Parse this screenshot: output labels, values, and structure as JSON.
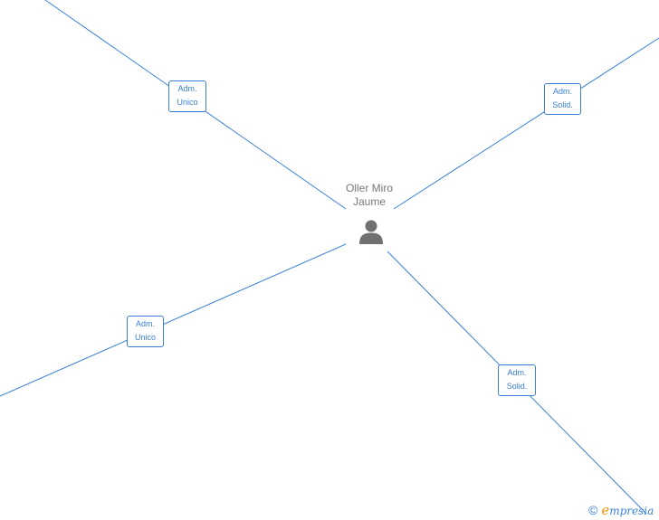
{
  "center": {
    "name_line1": "Oller Miro",
    "name_line2": "Jaume",
    "icon": "person-icon"
  },
  "relations": [
    {
      "line1": "Adm.",
      "line2": "Unico"
    },
    {
      "line1": "Adm.",
      "line2": "Solid."
    },
    {
      "line1": "Adm.",
      "line2": "Unico"
    },
    {
      "line1": "Adm.",
      "line2": "Solid."
    }
  ],
  "watermark": {
    "symbol": "©",
    "brand_initial": "e",
    "brand_rest": "mpresia"
  },
  "colors": {
    "edge": "#3a7fd5",
    "person": "#707070",
    "brand_initial": "#f39200",
    "brand_rest": "#3a7fd5"
  }
}
